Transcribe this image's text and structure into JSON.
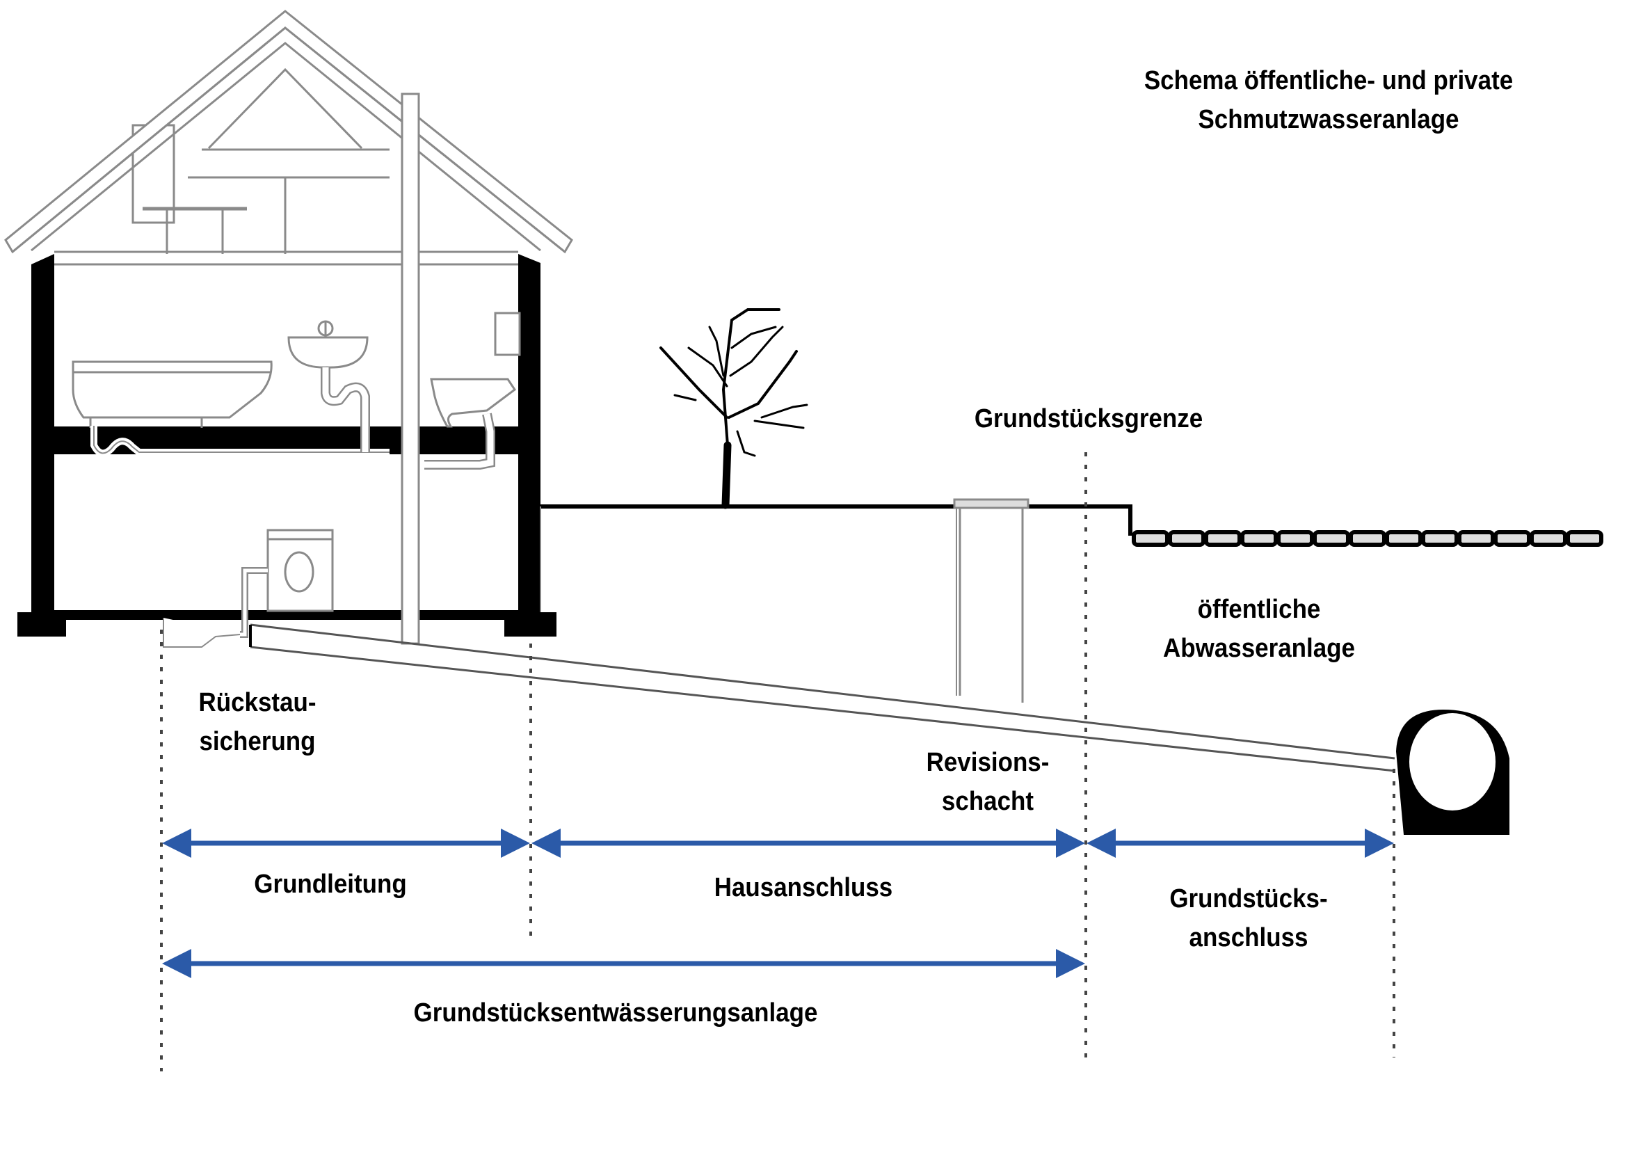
{
  "title": {
    "line1": "Schema öffentliche- und private",
    "line2": "Schmutzwasseranlage"
  },
  "labels": {
    "boundary": "Grundstücksgrenze",
    "public_system": {
      "line1": "öffentliche",
      "line2": "Abwasseranlage"
    },
    "backflow": {
      "line1": "Rückstau-",
      "line2": "sicherung"
    },
    "inspection_shaft": {
      "line1": "Revisions-",
      "line2": "schacht"
    },
    "base_pipe": "Grundleitung",
    "house_connection": "Hausanschluss",
    "property_connection": {
      "line1": "Grundstücks-",
      "line2": "anschluss"
    },
    "property_drainage": "Grundstücksentwässerungsanlage"
  },
  "colors": {
    "arrow": "#2b5aa8",
    "line": "#000000",
    "outline": "#9a9a9a"
  },
  "icons": [
    "house-section-icon",
    "bathtub-icon",
    "washbasin-icon",
    "toilet-icon",
    "washing-machine-icon",
    "vent-pipe-icon",
    "tree-icon",
    "inspection-shaft-icon",
    "sewer-main-icon",
    "paving-icon",
    "backflow-valve-icon"
  ]
}
